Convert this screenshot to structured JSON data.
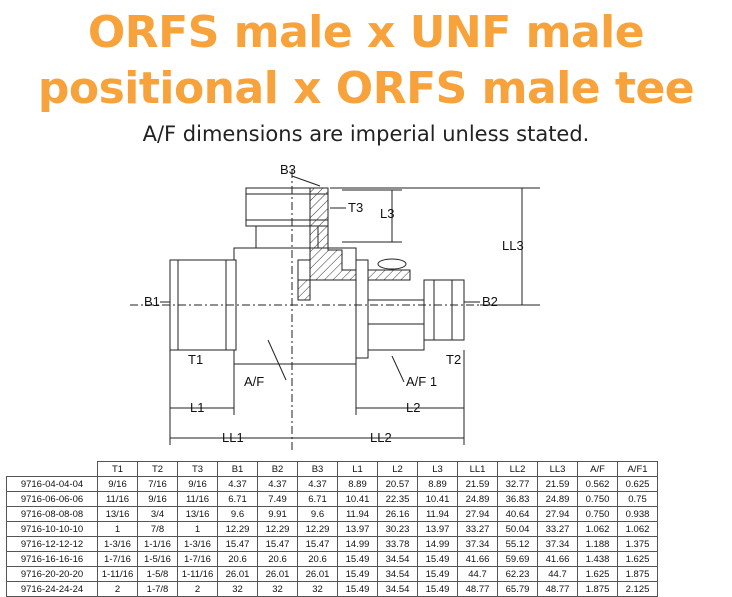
{
  "title_line1": "ORFS male x UNF male",
  "title_line2": "positional x ORFS male tee",
  "subtitle": "A/F dimensions are imperial unless stated.",
  "drawing_labels": {
    "b3": "B3",
    "t3": "T3",
    "l3": "L3",
    "ll3": "LL3",
    "b1": "B1",
    "b2": "B2",
    "t1": "T1",
    "t2": "T2",
    "af": "A/F",
    "af1": "A/F 1",
    "l1": "L1",
    "l2": "L2",
    "ll1": "LL1",
    "ll2": "LL2"
  },
  "table": {
    "headers": [
      "T1",
      "T2",
      "T3",
      "B1",
      "B2",
      "B3",
      "L1",
      "L2",
      "L3",
      "LL1",
      "LL2",
      "LL3",
      "A/F",
      "A/F1"
    ],
    "rows": [
      [
        "9716-04-04-04",
        "9/16",
        "7/16",
        "9/16",
        "4.37",
        "4.37",
        "4.37",
        "8.89",
        "20.57",
        "8.89",
        "21.59",
        "32.77",
        "21.59",
        "0.562",
        "0.625"
      ],
      [
        "9716-06-06-06",
        "11/16",
        "9/16",
        "11/16",
        "6.71",
        "7.49",
        "6.71",
        "10.41",
        "22.35",
        "10.41",
        "24.89",
        "36.83",
        "24.89",
        "0.750",
        "0.75"
      ],
      [
        "9716-08-08-08",
        "13/16",
        "3/4",
        "13/16",
        "9.6",
        "9.91",
        "9.6",
        "11.94",
        "26.16",
        "11.94",
        "27.94",
        "40.64",
        "27.94",
        "0.750",
        "0.938"
      ],
      [
        "9716-10-10-10",
        "1",
        "7/8",
        "1",
        "12.29",
        "12.29",
        "12.29",
        "13.97",
        "30.23",
        "13.97",
        "33.27",
        "50.04",
        "33.27",
        "1.062",
        "1.062"
      ],
      [
        "9716-12-12-12",
        "1-3/16",
        "1-1/16",
        "1-3/16",
        "15.47",
        "15.47",
        "15.47",
        "14.99",
        "33.78",
        "14.99",
        "37.34",
        "55.12",
        "37.34",
        "1.188",
        "1.375"
      ],
      [
        "9716-16-16-16",
        "1-7/16",
        "1-5/16",
        "1-7/16",
        "20.6",
        "20.6",
        "20.6",
        "15.49",
        "34.54",
        "15.49",
        "41.66",
        "59.69",
        "41.66",
        "1.438",
        "1.625"
      ],
      [
        "9716-20-20-20",
        "1-11/16",
        "1-5/8",
        "1-11/16",
        "26.01",
        "26.01",
        "26.01",
        "15.49",
        "34.54",
        "15.49",
        "44.7",
        "62.23",
        "44.7",
        "1.625",
        "1.875"
      ],
      [
        "9716-24-24-24",
        "2",
        "1-7/8",
        "2",
        "32",
        "32",
        "32",
        "15.49",
        "34.54",
        "15.49",
        "48.77",
        "65.79",
        "48.77",
        "1.875",
        "2.125"
      ]
    ]
  }
}
